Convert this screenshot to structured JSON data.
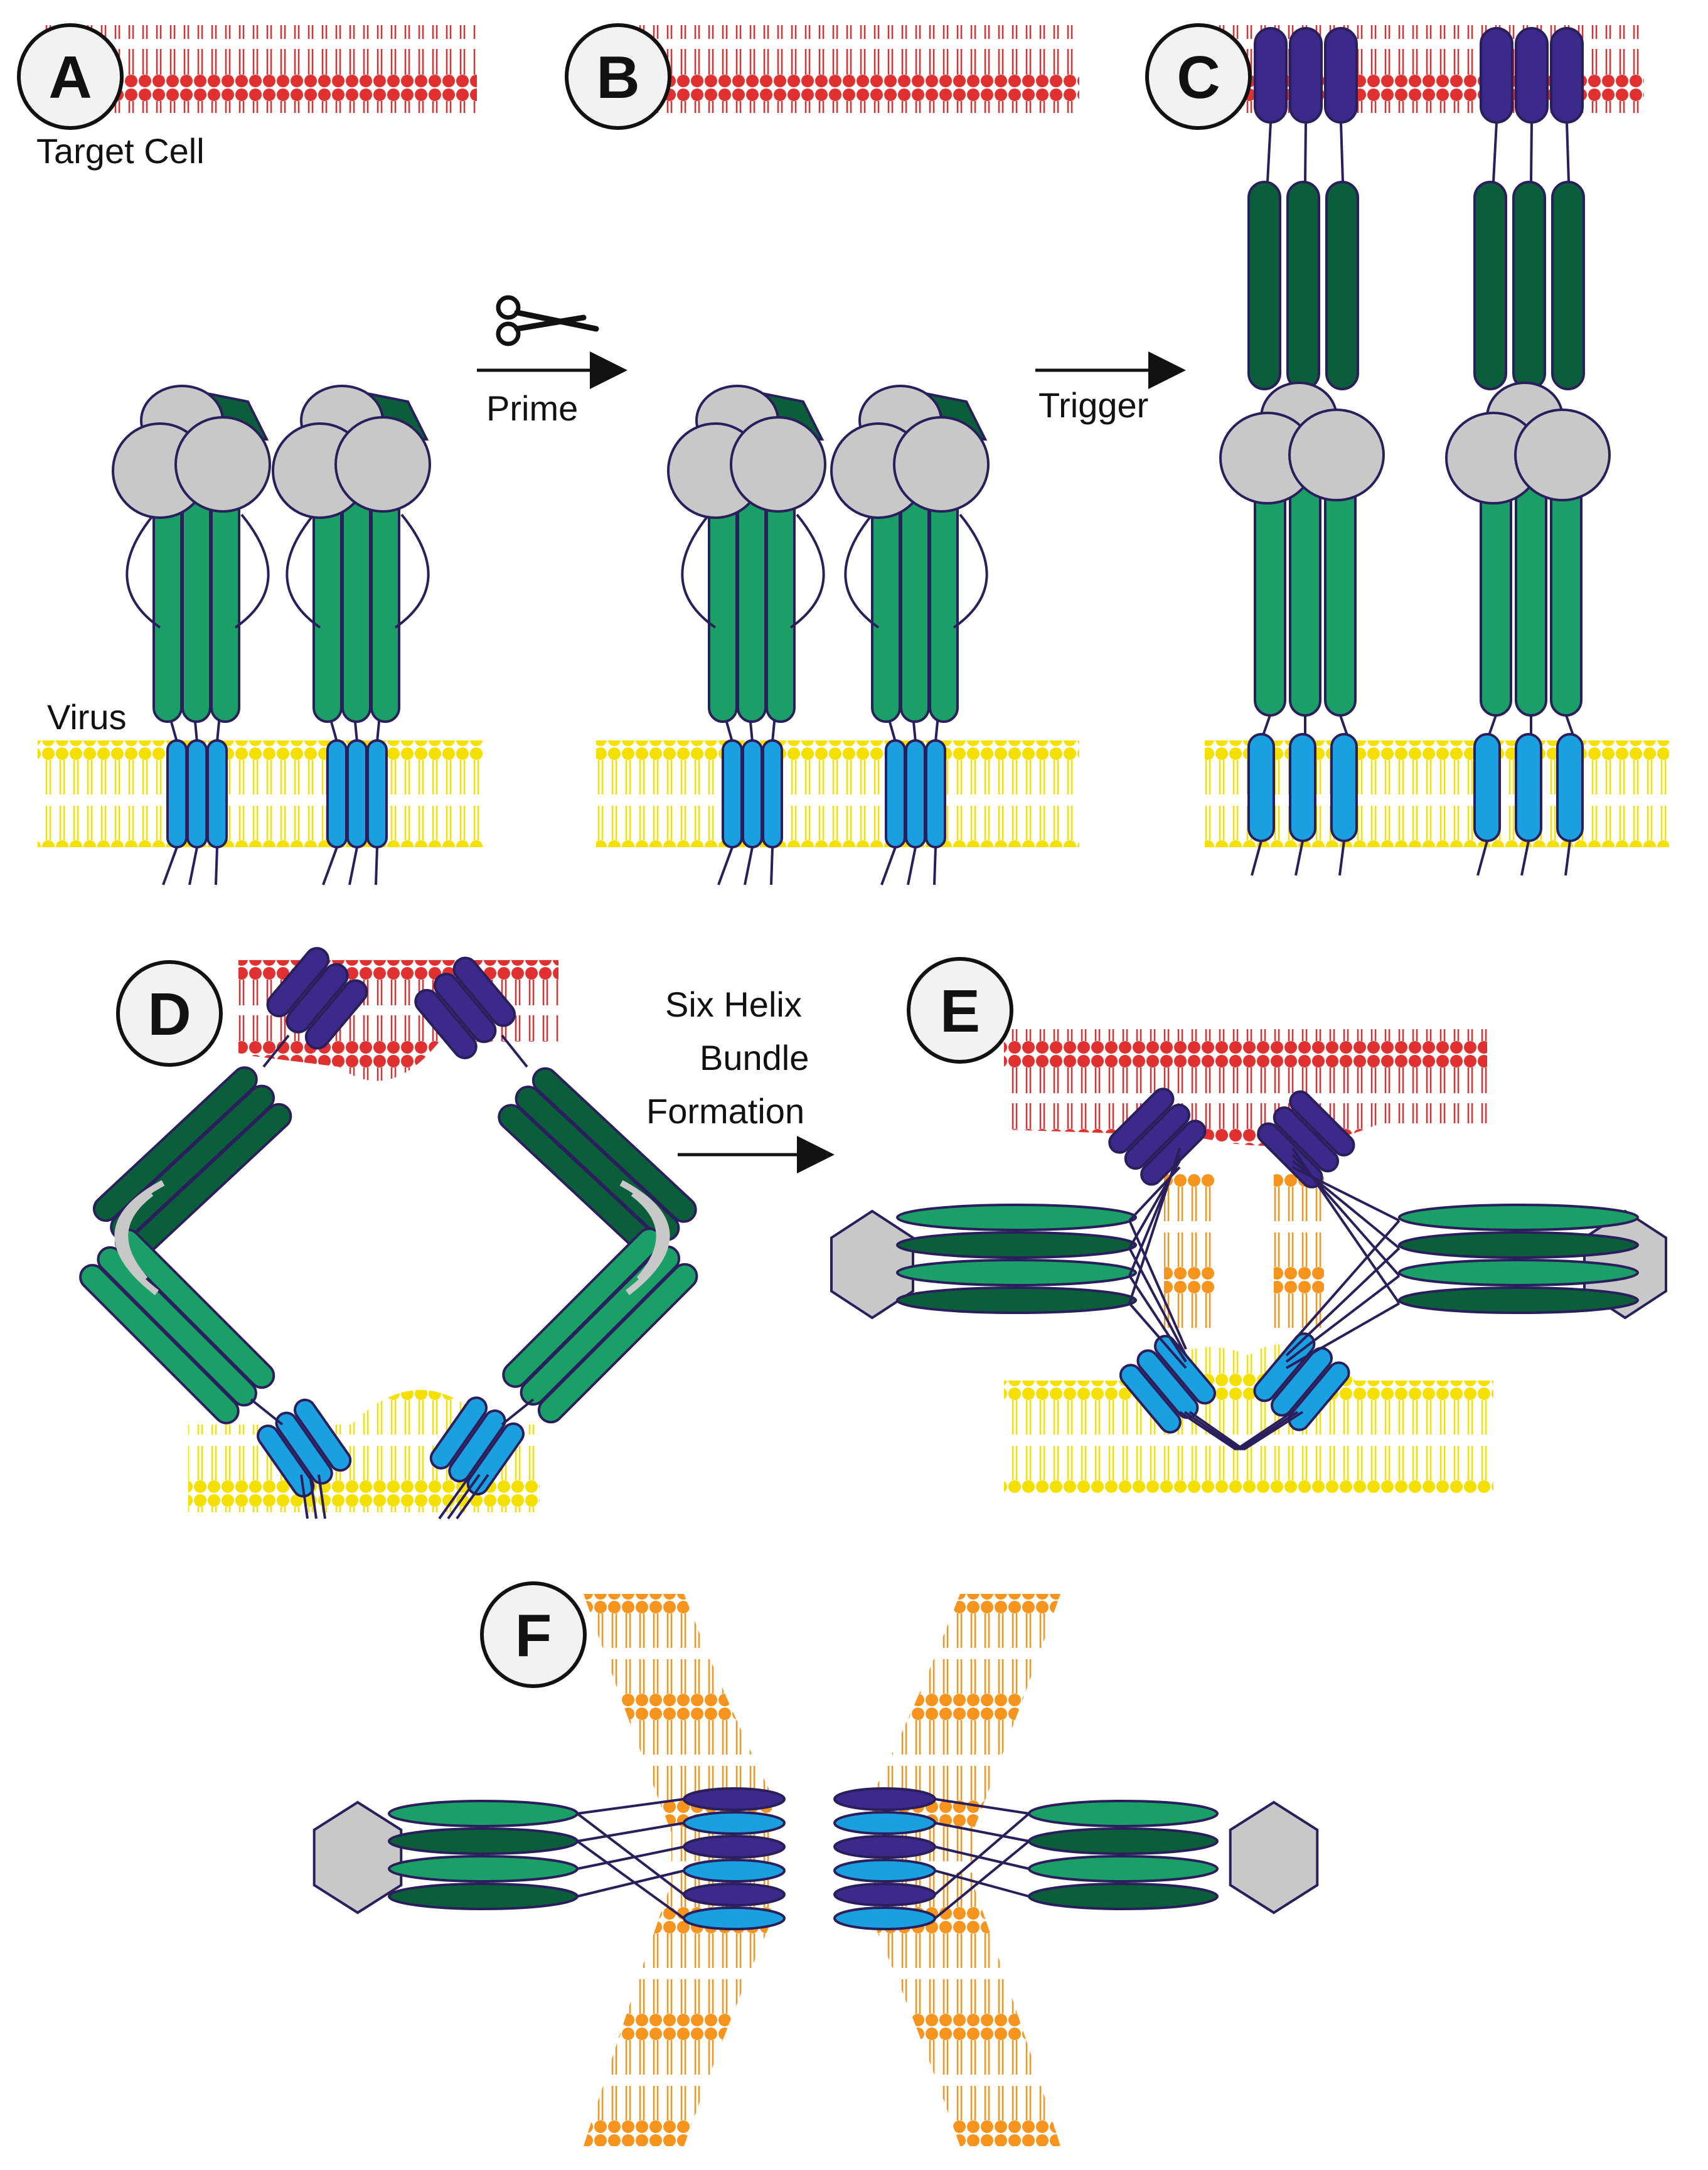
{
  "panels": [
    {
      "letter": "A"
    },
    {
      "letter": "B"
    },
    {
      "letter": "C"
    },
    {
      "letter": "D"
    },
    {
      "letter": "E"
    },
    {
      "letter": "F"
    }
  ],
  "labels": {
    "target_cell": "Target Cell",
    "virus": "Virus",
    "prime": "Prime",
    "trigger": "Trigger",
    "six_helix_line1": "Six Helix",
    "six_helix_line2": "Bundle",
    "six_helix_line3": "Formation"
  },
  "icons": {
    "cleavage": "scissors-icon"
  },
  "colors": {
    "target_membrane": "#e03030",
    "virus_membrane": "#f5e000",
    "fused_membrane": "#f7941d",
    "fusion_peptide": "#3b2a8a",
    "heptad_repeat_1": "#0b5e3a",
    "heptad_repeat_2": "#1aa066",
    "transmembrane": "#1aa0e0",
    "head_domain": "#c8c8c8",
    "outline": "#2a1f5c"
  }
}
